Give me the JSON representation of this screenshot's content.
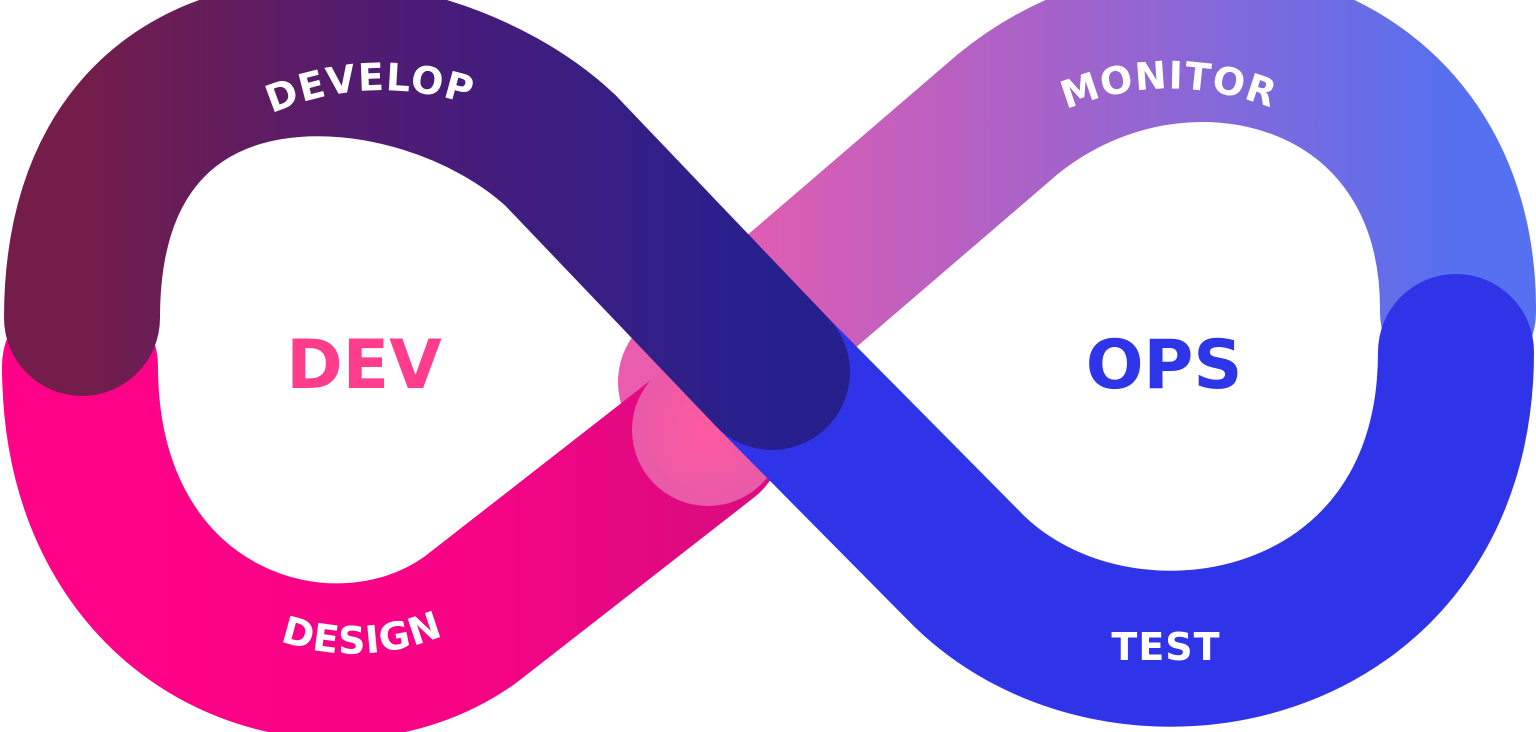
{
  "segments": {
    "develop": "DEVELOP",
    "monitor": "MONITOR",
    "design": "DESIGN",
    "test": "TEST"
  },
  "centers": {
    "dev": "DEV",
    "ops": "OPS"
  },
  "colors": {
    "dev_label": "#ff3d8c",
    "ops_label": "#2e34e8",
    "design_pink": "#ff0288",
    "develop_start": "#741d4a",
    "develop_end": "#26208f",
    "monitor_start": "#d35eb0",
    "monitor_end": "#5570f0",
    "test_blue": "#2f34e8"
  }
}
